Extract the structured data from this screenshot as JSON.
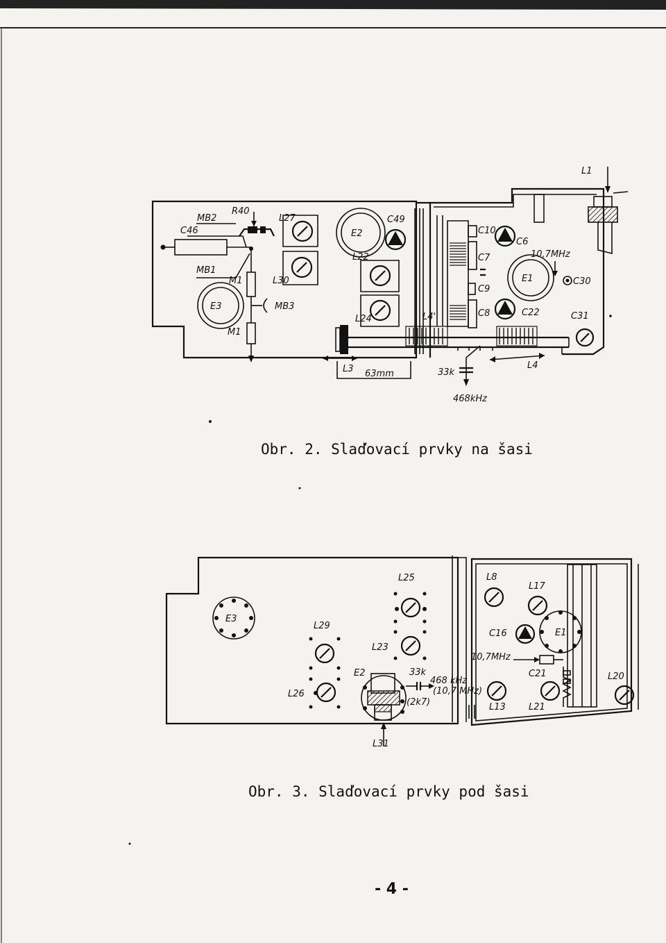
{
  "figure2": {
    "caption": "Obr. 2. Slaďovací prvky na šasi",
    "labels": {
      "mb2": "MB2",
      "r40": "R40",
      "c46": "C46",
      "mb1": "MB1",
      "m1_top": "M1",
      "m1_bottom": "M1",
      "e3": "E3",
      "mb3": "MB3",
      "l27": "L27",
      "l30": "L30",
      "e2": "E2",
      "c49": "C49",
      "l22": "L22",
      "l24": "L24",
      "l4p": "L4'",
      "c10": "C10",
      "c6": "C6",
      "c7": "C7",
      "c9": "C9",
      "c8": "C8",
      "e1": "E1",
      "c22": "C22",
      "freq_fm": "10,7MHz",
      "c30": "C30",
      "c31": "C31",
      "l1": "L1",
      "l3": "L3",
      "dim": "63mm",
      "r33k": "33k",
      "l4": "L4",
      "freq_am": "468kHz"
    }
  },
  "figure3": {
    "caption": "Obr. 3. Slaďovací prvky pod šasi",
    "labels": {
      "e3": "E3",
      "l29": "L29",
      "l26": "L26",
      "e2": "E2",
      "l23": "L23",
      "l25": "L25",
      "r33k": "33k",
      "freq_am": "468 kHz",
      "freq_fm_paren": "(10,7 MHz)",
      "c2k7": "(2k7)",
      "l31": "L31",
      "l8": "L8",
      "l17": "L17",
      "c16": "C16",
      "e1": "E1",
      "freq_fm": "10,7MHz",
      "c21_top": "C21",
      "l13": "L13",
      "l21": "L21",
      "l20": "L20"
    }
  },
  "page_number": "- 4 -"
}
